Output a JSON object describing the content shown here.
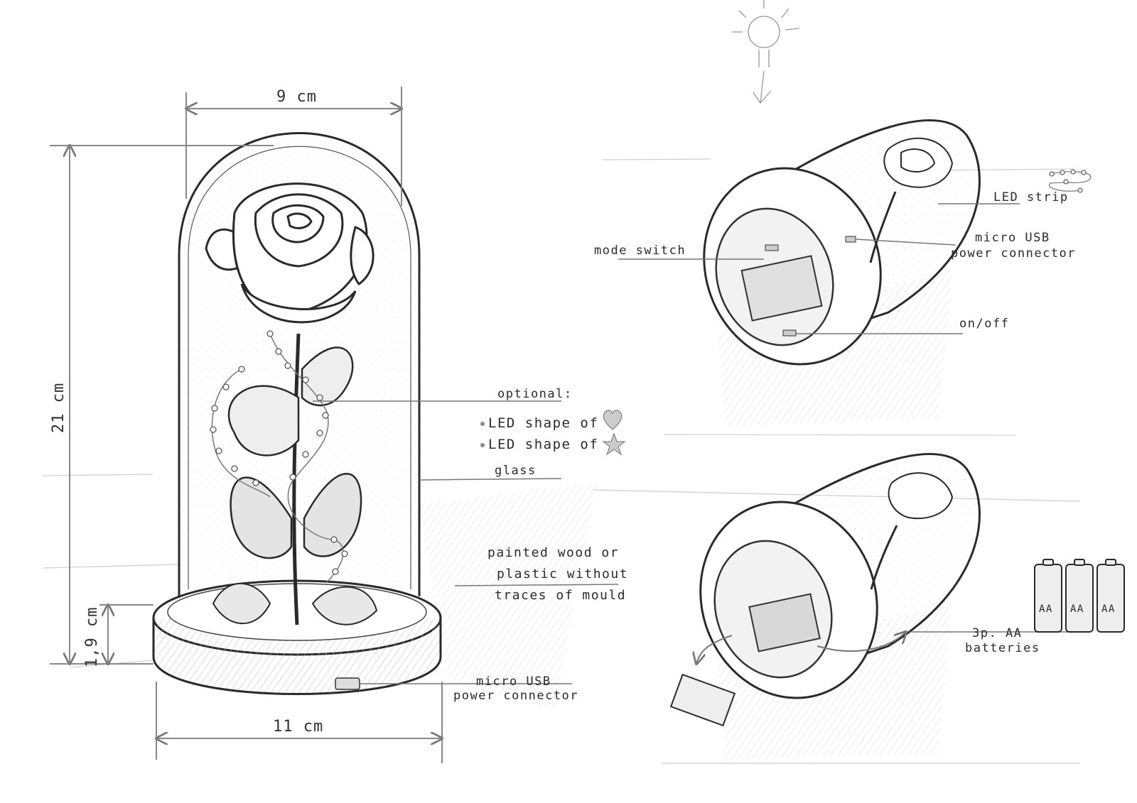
{
  "dimensions": {
    "width": "9 cm",
    "height": "21 cm",
    "base_height": "1,9 cm",
    "base_width": "11 cm"
  },
  "callouts_left": {
    "optional": "optional:",
    "led_heart": "LED shape of",
    "led_star": "LED shape of",
    "glass": "glass",
    "base_line1": "painted  wood or",
    "base_line2": "plastic without",
    "base_line3": "traces of mould",
    "usb_line1": "micro USB",
    "usb_line2": "power connector"
  },
  "callouts_right_top": {
    "led_strip": "LED strip",
    "usb_line1": "micro USB",
    "usb_line2": "power connector",
    "mode_switch": "mode switch",
    "on_off": "on/off"
  },
  "callouts_right_bottom": {
    "batteries_line1": "3p. AA",
    "batteries_line2": "batteries",
    "battery_marking": "AA"
  },
  "icons": [
    "heart-icon",
    "star-icon",
    "sun-icon",
    "battery-icon"
  ],
  "colors": {
    "ink": "#2a2a2a",
    "pencil": "#9a9a9a",
    "shade": "#c8c8c8"
  }
}
